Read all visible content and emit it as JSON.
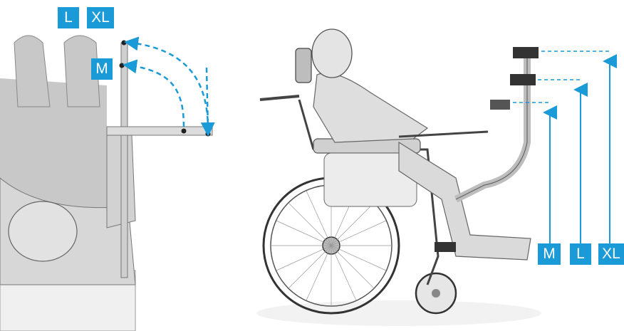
{
  "top_view": {
    "size_labels": {
      "l": "L",
      "xl": "XL",
      "m": "M"
    },
    "accent_color": "#1a9ad6"
  },
  "side_view": {
    "size_labels": {
      "m": "M",
      "l": "L",
      "xl": "XL"
    },
    "accent_color": "#1a9ad6"
  },
  "icons": [
    "wheelchair-illustration",
    "person-illustration",
    "armrest-tray",
    "mounting-arm",
    "size-arrow"
  ]
}
